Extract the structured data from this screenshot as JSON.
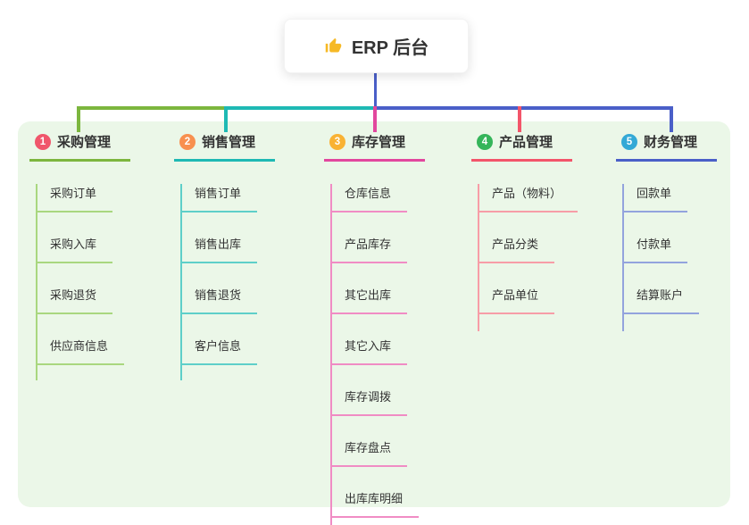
{
  "root": {
    "title": "ERP 后台",
    "icon": "thumbs-up"
  },
  "colors": {
    "page_bg": "#ffffff",
    "panel_bg": "#ebf7e8",
    "text": "#333333",
    "root_connector": "#4a5fc8"
  },
  "branches": [
    {
      "badge": "1",
      "label": "采购管理",
      "badge_color": "#f0566b",
      "line_color": "#7cb63e",
      "child_line_color": "#a9d77f",
      "children": [
        "采购订单",
        "采购入库",
        "采购退货",
        "供应商信息"
      ]
    },
    {
      "badge": "2",
      "label": "销售管理",
      "badge_color": "#f8904f",
      "line_color": "#1eb9b4",
      "child_line_color": "#5ecfc9",
      "children": [
        "销售订单",
        "销售出库",
        "销售退货",
        "客户信息"
      ]
    },
    {
      "badge": "3",
      "label": "库存管理",
      "badge_color": "#f9b234",
      "line_color": "#e2479e",
      "child_line_color": "#f08cc4",
      "children": [
        "仓库信息",
        "产品库存",
        "其它出库",
        "其它入库",
        "库存调拨",
        "库存盘点",
        "出库库明细"
      ]
    },
    {
      "badge": "4",
      "label": "产品管理",
      "badge_color": "#35b55a",
      "line_color": "#f3556a",
      "child_line_color": "#f79da7",
      "children": [
        "产品（物料）",
        "产品分类",
        "产品单位"
      ]
    },
    {
      "badge": "5",
      "label": "财务管理",
      "badge_color": "#33a9d6",
      "line_color": "#4a5fc8",
      "child_line_color": "#93a3dd",
      "children": [
        "回款单",
        "付款单",
        "结算账户"
      ]
    }
  ]
}
